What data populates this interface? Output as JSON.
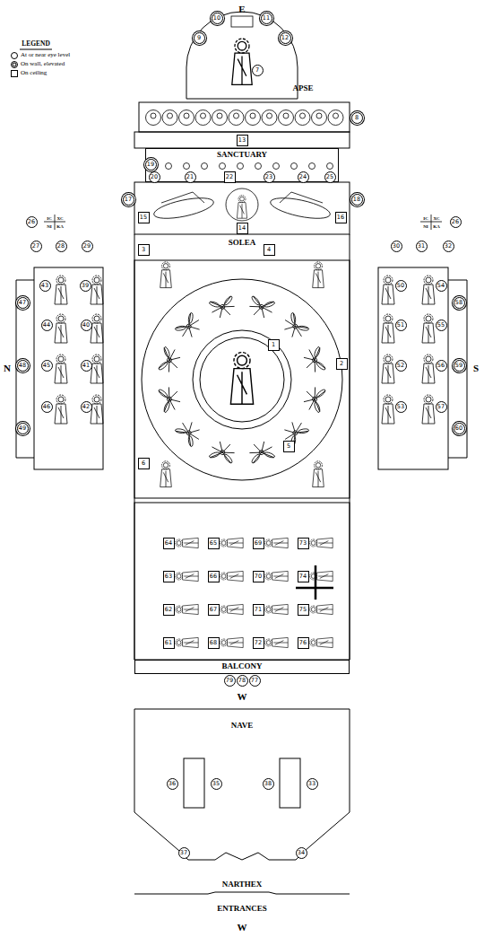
{
  "diagram": {
    "nodes": [
      {
        "text": [
          "APSE"
        ]
      },
      {
        "text": [
          "SANCTUARY"
        ]
      },
      {
        "text": [
          "BALCONY"
        ]
      },
      {
        "text": [
          "NAVE"
        ]
      }
    ],
    "labels": [
      "E",
      "LEGEND",
      "7",
      "9",
      "10",
      "11",
      "12",
      "8",
      "13",
      "19",
      "20",
      "21",
      "22",
      "23",
      "24",
      "25",
      "17",
      "15",
      "16",
      "18",
      "14",
      "SOLEA",
      "26",
      "IC",
      "XC",
      "NI",
      "KA",
      "IC",
      "XC",
      "NI",
      "KA",
      "26",
      "27",
      "28",
      "29",
      "30",
      "31",
      "32",
      "N",
      "S",
      "1",
      "2",
      "3",
      "4",
      "5",
      "6",
      "47",
      "48",
      "49",
      "43",
      "44",
      "45",
      "46",
      "39",
      "40",
      "41",
      "42",
      "50",
      "51",
      "52",
      "53",
      "54",
      "55",
      "56",
      "57",
      "58",
      "59",
      "60",
      "64",
      "65",
      "69",
      "73",
      "63",
      "66",
      "70",
      "74",
      "62",
      "67",
      "71",
      "75",
      "61",
      "68",
      "72",
      "76",
      "79",
      "78",
      "77",
      "W",
      "36",
      "35",
      "38",
      "33",
      "37",
      "34",
      "NARTHEX",
      "ENTRANCES",
      "W"
    ],
    "legend": [
      {
        "text": "At or near eye level"
      },
      {
        "text": "On wall, elevated"
      },
      {
        "text": "On ceiling"
      }
    ]
  }
}
